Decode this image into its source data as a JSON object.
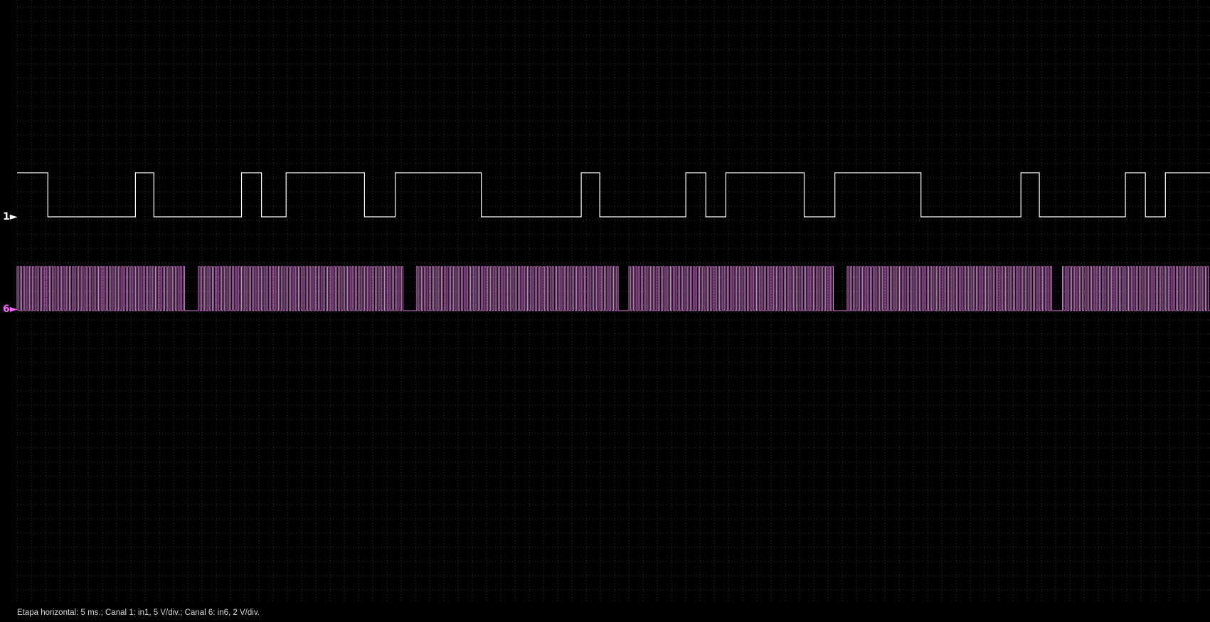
{
  "status_bar": {
    "text": "Etapa horizontal: 5 ms.; Canal 1: in1, 5 V/div.; Canal 6: in6, 2 V/div."
  },
  "colors": {
    "background": "#000000",
    "grid": "#3a3a3a",
    "channel1": "#ffffff",
    "channel6": "#d77fd7"
  },
  "chart_data": {
    "type": "line",
    "grid": true,
    "xlim": [
      0,
      77.6
    ],
    "x_unit": "ms",
    "horizontal_step_ms_per_div": 5,
    "channels": [
      {
        "marker": "1",
        "input": "in1",
        "volts_per_div": 5,
        "signal": "square",
        "low_level_v": 0,
        "high_level_v": 14,
        "edges_ms": [
          2.0,
          7.7,
          8.9,
          14.6,
          15.9,
          17.5,
          22.6,
          24.6,
          30.2,
          36.7,
          37.9,
          43.5,
          44.8,
          46.1,
          51.2,
          53.2,
          58.8,
          65.3,
          66.5,
          72.1,
          73.4,
          74.7
        ],
        "initial_level": "high"
      },
      {
        "marker": "6",
        "input": "in6",
        "volts_per_div": 2,
        "signal": "pulse_train",
        "low_level_v": 0,
        "high_level_v": 5.6,
        "period_ms": 0.2,
        "gaps_ms": [
          [
            10.9,
            11.6
          ],
          [
            25.1,
            25.8
          ],
          [
            39.1,
            39.8
          ],
          [
            53.2,
            53.9
          ],
          [
            67.3,
            68.0
          ]
        ]
      }
    ]
  }
}
